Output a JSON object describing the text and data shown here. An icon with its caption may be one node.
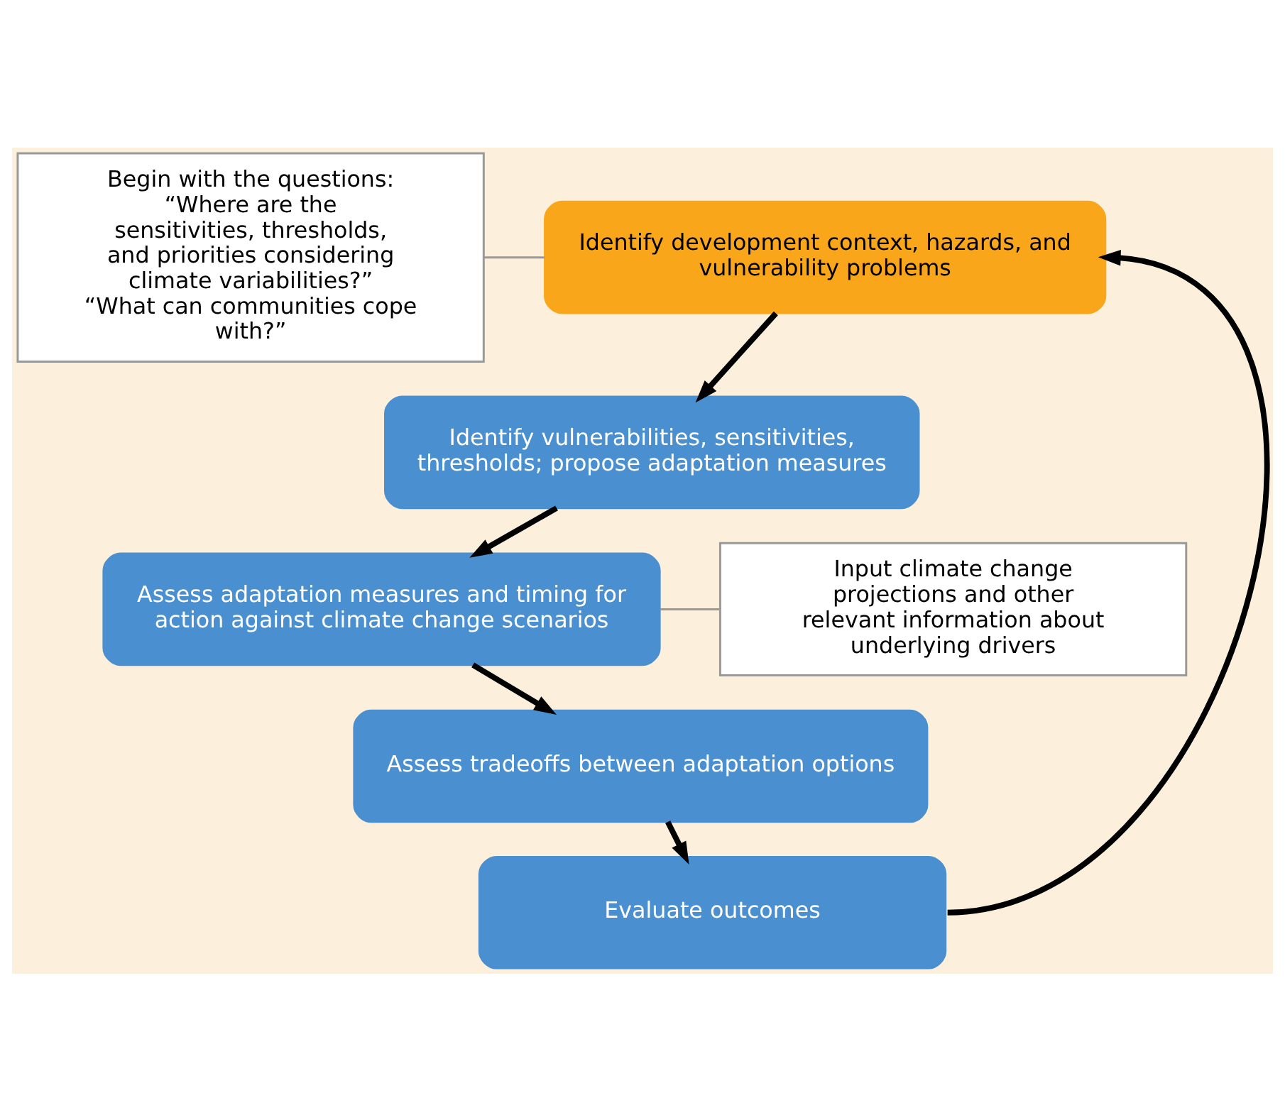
{
  "diagram": {
    "nodes": [
      {
        "text": [
          "Identify development context, hazards, and vulnerability problems"
        ]
      },
      {
        "text": [
          "Identify vulnerabilities, sensitivities, thresholds; propose adaptation measures"
        ]
      },
      {
        "text": [
          "Assess adaptation measures and timing for action against climate change scenarios"
        ]
      },
      {
        "text": [
          "Assess tradeoffs between adaptation options"
        ]
      },
      {
        "text": [
          "Evaluate outcomes"
        ]
      },
      {
        "text": [
          "Begin with the questions: “Where are the sensitivities, thresholds, and priorities considering climate variabilities?” “What can communities cope with?”"
        ]
      },
      {
        "text": [
          "Input climate change projections and other relevant information about underlying drivers"
        ]
      }
    ],
    "edges": [
      {
        "from": 0,
        "to": 1,
        "arrow": "to"
      },
      {
        "from": 1,
        "to": 2,
        "arrow": "to"
      },
      {
        "from": 2,
        "to": 3,
        "arrow": "to"
      },
      {
        "from": 3,
        "to": 4,
        "arrow": "to"
      },
      {
        "from": 4,
        "to": 0,
        "arrow": "to"
      },
      {
        "from": 5,
        "to": 0,
        "arrow": "none",
        "color": "#999999"
      },
      {
        "from": 6,
        "to": 2,
        "arrow": "none",
        "color": "#999999"
      }
    ]
  }
}
